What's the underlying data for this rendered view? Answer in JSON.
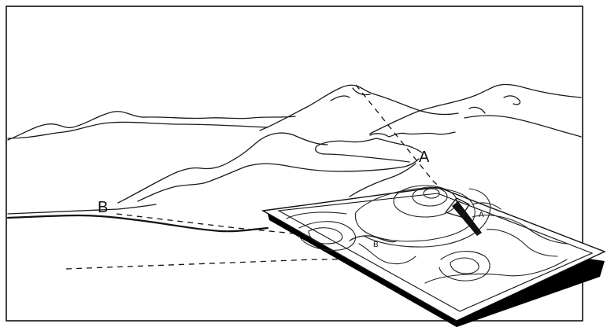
{
  "labels": {
    "point_a": "A",
    "point_b": "B",
    "map_point_a": "A",
    "map_point_b": "B"
  }
}
